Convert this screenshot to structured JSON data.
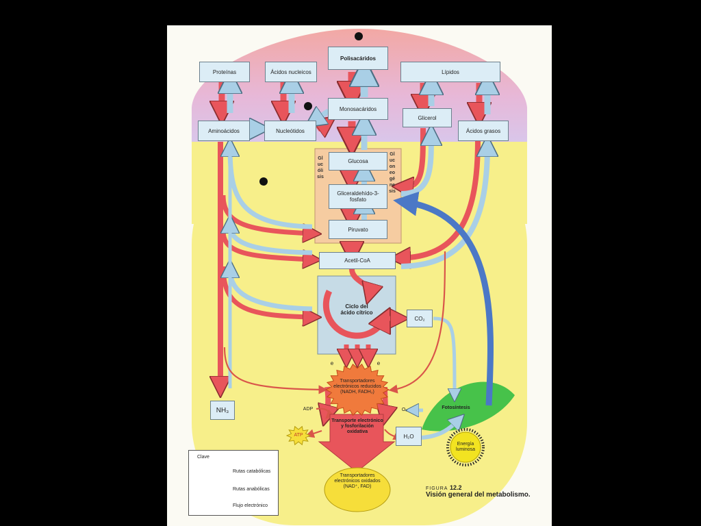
{
  "boxes": {
    "polisacaridos": "Polisacáridos",
    "proteinas": "Proteínas",
    "acidos_nucleicos": "Ácidos nucleicos",
    "lipidos": "Lípidos",
    "monosacaridos": "Monosacáridos",
    "glicerol": "Glicerol",
    "aminoacidos": "Aminoácidos",
    "nucleotidos": "Nucleótidos",
    "acidos_grasos": "Ácidos grasos",
    "glucosa": "Glucosa",
    "gliceraldehido": "Gliceraldehído-3-fosfato",
    "piruvato": "Piruvato",
    "acetil_coa": "Acetil-CoA",
    "co2": "CO₂",
    "nh3": "NH₃",
    "h2o": "H₂O"
  },
  "labels": {
    "ciclo": "Ciclo del ácido cítrico",
    "glucolisis": "Glucólisis",
    "gluconeogenesis": "Gluconeogénesis",
    "transportadores_reducidos": "Transportadores electrónicos reducidos (NADH, FADH₂)",
    "transporte": "Transporte electrónico y fosforilación oxidativa",
    "transportadores_oxidados": "Transportadores electrónicos oxidados (NAD⁺, FAD)",
    "adp": "ADP",
    "atp": "ATP",
    "o2": "O₂",
    "fotosintesis": "Fotosíntesis",
    "energia": "Energía luminosa",
    "e1": "e",
    "e2": "e"
  },
  "legend": {
    "title": "Clave",
    "items": [
      "Rutas catabólicas",
      "Rutas anabólicas",
      "Flujo electrónico"
    ]
  },
  "caption": {
    "figure_label": "FIGURA",
    "figure_number": "12.2",
    "title": "Visión general del metabolismo."
  },
  "colors": {
    "catabolic": "#e8555b",
    "anabolic": "#a9cfe6",
    "electron": "#d9554a",
    "cell": "#f7ef8a",
    "box": "#dcedf6"
  }
}
